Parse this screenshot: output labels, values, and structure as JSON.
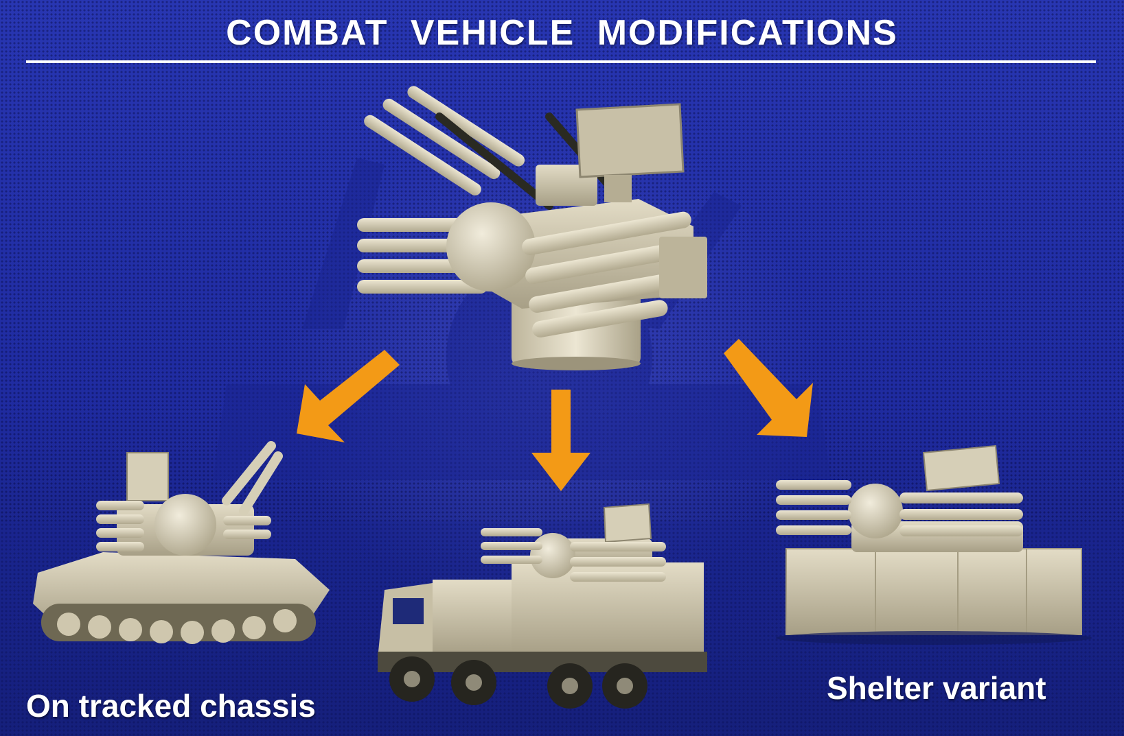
{
  "title": "COMBAT VEHICLE MODIFICATIONS",
  "captions": {
    "tracked": "On tracked chassis",
    "shelter": "Shelter variant"
  },
  "colors": {
    "background": "#2230a8",
    "title_text": "#ffffff",
    "arrow": "#f39a16",
    "vehicle": "#cfc6ad"
  },
  "diagram": {
    "source_node": "combat-module",
    "targets": [
      "tracked-chassis-vehicle",
      "wheeled-truck-vehicle",
      "shelter-variant-vehicle"
    ],
    "arrows": 3
  }
}
